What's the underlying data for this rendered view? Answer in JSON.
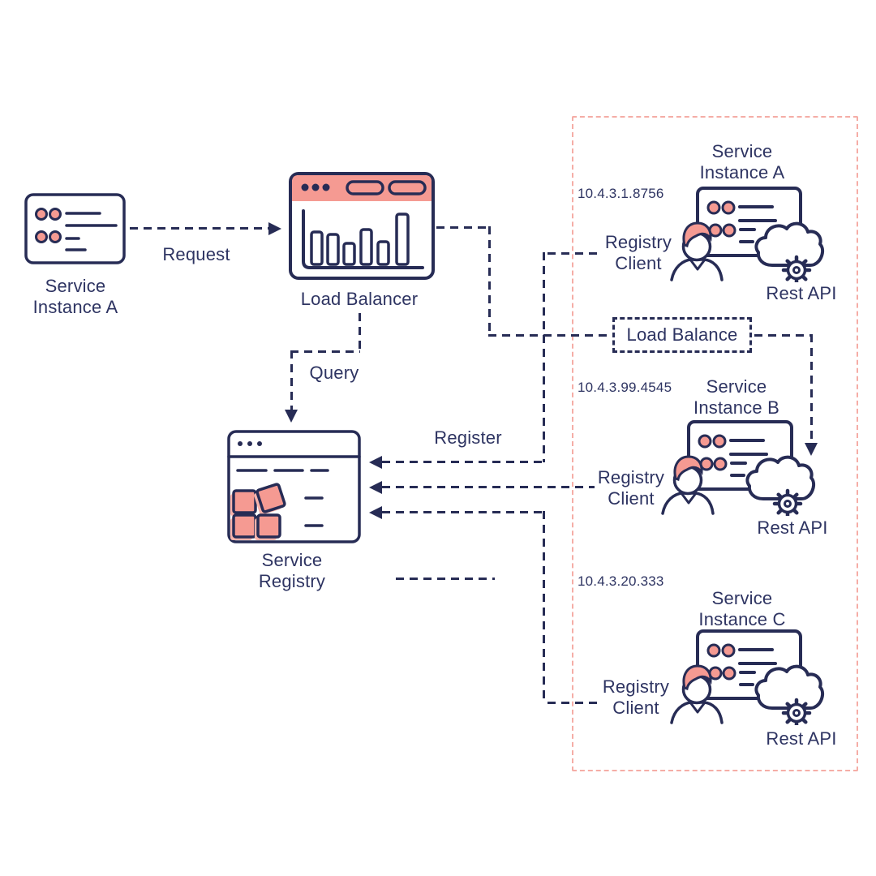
{
  "colors": {
    "navy": "#272c55",
    "pink": "#f59a92",
    "pink_shadow": "#f8b3ab",
    "panel_border": "#f5ada6",
    "text": "#2e3462"
  },
  "nodes": {
    "client": {
      "label1": "Service",
      "label2": "Instance A"
    },
    "load_balancer": {
      "label": "Load Balancer"
    },
    "registry": {
      "label1": "Service",
      "label2": "Registry"
    }
  },
  "labels": {
    "request": "Request",
    "query": "Query",
    "register": "Register",
    "load_balance": "Load Balance"
  },
  "instances": [
    {
      "ip": "10.4.3.1.8756",
      "t1": "Service",
      "t2": "Instance A",
      "c1": "Registry",
      "c2": "Client",
      "api": "Rest API"
    },
    {
      "ip": "10.4.3.99.4545",
      "t1": "Service",
      "t2": "Instance B",
      "c1": "Registry",
      "c2": "Client",
      "api": "Rest API"
    },
    {
      "ip": "10.4.3.20.333",
      "t1": "Service",
      "t2": "Instance C",
      "c1": "Registry",
      "c2": "Client",
      "api": "Rest API"
    }
  ]
}
